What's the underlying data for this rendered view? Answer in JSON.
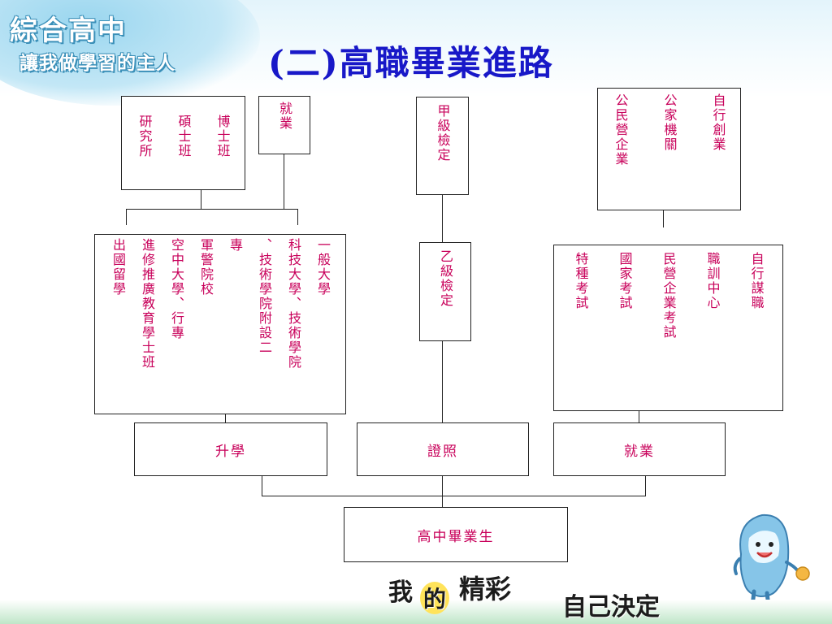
{
  "header": {
    "brand_line1": "綜合高中",
    "brand_line2": "讓我做學習的主人",
    "title": "(二)高職畢業進路"
  },
  "boxes": {
    "grad_school": {
      "cols": [
        "博士班",
        "碩士班",
        "研究所"
      ]
    },
    "employment_small": {
      "cols": [
        "就業"
      ]
    },
    "class_a_exam": {
      "cols": [
        "甲級檢定"
      ]
    },
    "career_top": {
      "cols": [
        "自行創業",
        "公家機關",
        "公民營企業"
      ]
    },
    "further_study_options": {
      "cols": [
        "一般大學",
        "科技大學、技術學院",
        "、技術學院附設二",
        "專",
        "軍警院校",
        "空中大學、行專",
        "進修推廣教育學士班",
        "出國留學"
      ]
    },
    "class_b_exam": {
      "cols": [
        "乙級檢定"
      ]
    },
    "career_exams": {
      "cols": [
        "自行謀職",
        "職訓中心",
        "民營企業考試",
        "國家考試",
        "特種考試"
      ]
    },
    "further_study": {
      "label": "升學"
    },
    "license": {
      "label": "證照"
    },
    "employment": {
      "label": "就業"
    },
    "graduate": {
      "label": "高中畢業生"
    }
  },
  "footer": {
    "slogan_1": "我",
    "slogan_2": "的",
    "slogan_3": "精彩",
    "slogan_4": "自己決定"
  },
  "colors": {
    "title": "#1818c8",
    "box_text": "#c8005a",
    "lines": "#222222",
    "header_blue": "#9ad6ef",
    "footer_green": "#bfe6c8"
  }
}
